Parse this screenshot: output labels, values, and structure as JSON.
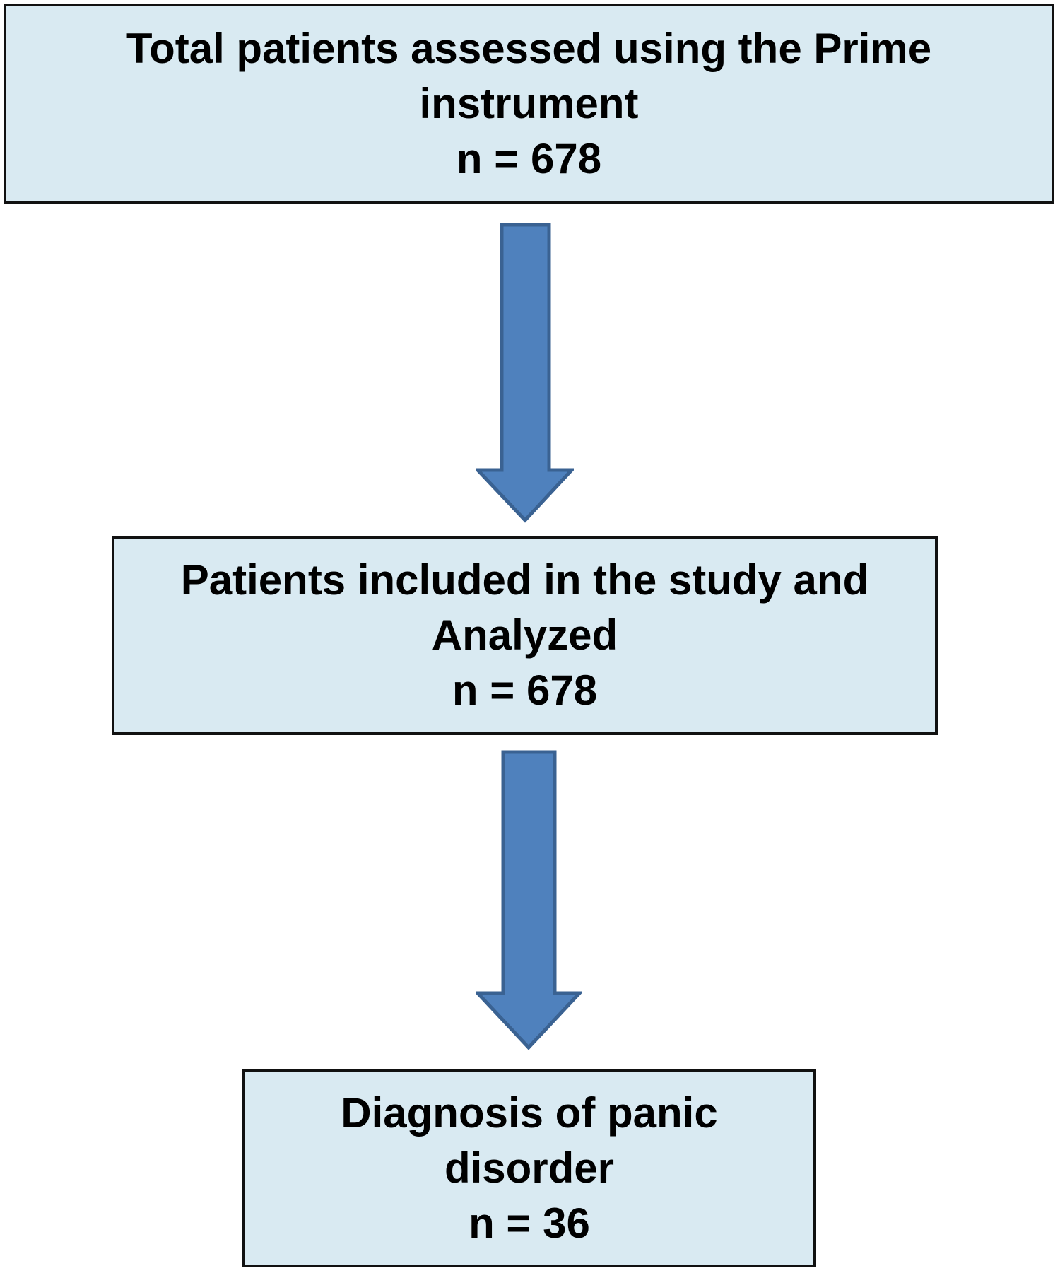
{
  "figure": {
    "type": "flowchart",
    "colors": {
      "page_bg": "#ffffff",
      "box_fill": "#d9eaf2",
      "box_border": "#111111",
      "arrow_fill": "#4f81bd",
      "arrow_border": "#3a6292",
      "text": "#000000"
    },
    "boxes": [
      {
        "name": "total-assessed",
        "lines": [
          "Total patients assessed using the Prime",
          "instrument",
          "n = 678"
        ]
      },
      {
        "name": "included-analyzed",
        "lines": [
          "Patients included in the study and",
          "Analyzed",
          "n = 678"
        ]
      },
      {
        "name": "panic-disorder-diagnosis",
        "lines": [
          "Diagnosis of panic",
          "disorder",
          "n = 36"
        ]
      }
    ]
  }
}
